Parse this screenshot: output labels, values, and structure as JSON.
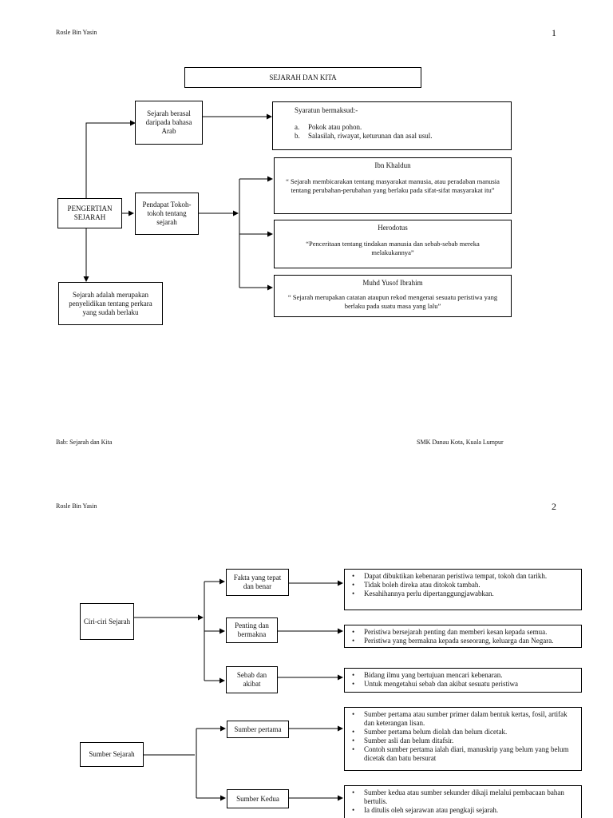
{
  "page1": {
    "header_left": "Rosle Bin Yasin",
    "page_number": "1",
    "title": "SEJARAH DAN KITA",
    "root": "PENGERTIAN SEJARAH",
    "origin_box": "Sejarah berasal daripada bahasa Arab",
    "origin_detail": {
      "heading": "Syaratun  bermaksud:-",
      "items": [
        {
          "marker": "a.",
          "text": "Pokok atau pohon."
        },
        {
          "marker": "b.",
          "text": "Salasilah, riwayat, keturunan dan asal usul."
        }
      ]
    },
    "opinion_box": "Pendapat Tokoh-tokoh tentang sejarah",
    "figures": [
      {
        "name": "Ibn Khaldun",
        "quote": "“ Sejarah membicarakan tentang masyarakat manusia, atau peradaban manusia tentang perubahan-perubahan yang berlaku pada sifat-sifat masyarakat itu”"
      },
      {
        "name": "Herodotus",
        "quote": "“Penceritaan tentang tindakan manusia dan sebab-sebab mereka melakukannya”"
      },
      {
        "name": "Muhd Yusof Ibrahim",
        "quote": "“ Sejarah merupakan catatan ataupun rekod mengenai sesuatu peristiwa yang berlaku pada suatu masa yang lalu”"
      }
    ],
    "definition_box": "Sejarah adalah merupakan penyelidikan tentang perkara yang sudah berlaku",
    "footer_left": "Bab: Sejarah dan Kita",
    "footer_right": "SMK Danau Kota, Kuala Lumpur"
  },
  "page2": {
    "header_left": "Rosle Bin Yasin",
    "page_number": "2",
    "traits_root": "Ciri-ciri Sejarah",
    "traits": [
      {
        "label": "Fakta yang tepat dan benar",
        "points": [
          "Dapat dibuktikan kebenaran peristiwa tempat, tokoh dan tarikh.",
          "Tidak boleh direka atau ditokok tambah.",
          "Kesahihannya perlu dipertanggungjawabkan."
        ]
      },
      {
        "label": "Penting dan bermakna",
        "points": [
          "Peristiwa bersejarah penting dan memberi kesan kepada semua.",
          "Peristiwa yang bermakna kepada seseorang, keluarga dan Negara."
        ]
      },
      {
        "label": "Sebab dan akibat",
        "points": [
          "Bidang ilmu yang bertujuan mencari kebenaran.",
          "Untuk mengetahui sebab dan akibat sesuatu peristiwa"
        ]
      }
    ],
    "sources_root": "Sumber Sejarah",
    "sources": [
      {
        "label": "Sumber pertama",
        "points": [
          "Sumber pertama atau sumber primer dalam bentuk kertas, fosil, artifak dan keterangan lisan.",
          "Sumber pertama belum diolah dan belum dicetak.",
          "Sumber asli dan belum ditafsir.",
          "Contoh sumber pertama ialah diari, manuskrip yang belum yang belum dicetak dan batu bersurat"
        ]
      },
      {
        "label": "Sumber Kedua",
        "points": [
          "Sumber kedua atau sumber sekunder dikaji melalui pembacaan bahan bertulis.",
          "Ia ditulis oleh sejarawan atau pengkaji sejarah."
        ]
      }
    ]
  }
}
